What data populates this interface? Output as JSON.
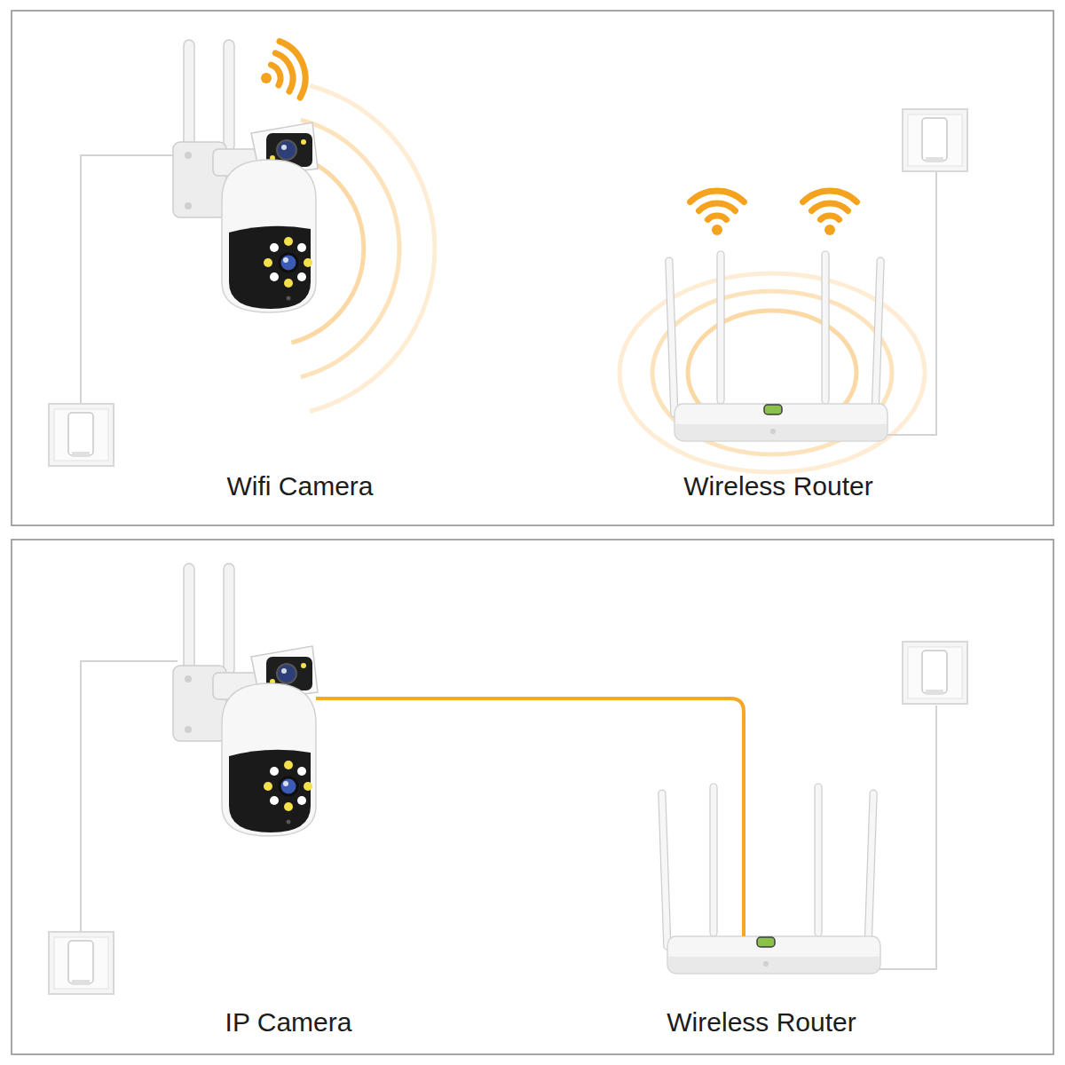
{
  "diagram": {
    "nodes": [
      {
        "text": [
          "Wifi Camera"
        ]
      },
      {
        "text": [
          "Wireless Router"
        ]
      },
      {
        "text": [
          "IP Camera"
        ]
      },
      {
        "text": [
          "Wireless Router"
        ]
      }
    ],
    "edges": [
      {
        "from": 2,
        "to": 3,
        "arrow": "none"
      }
    ]
  }
}
